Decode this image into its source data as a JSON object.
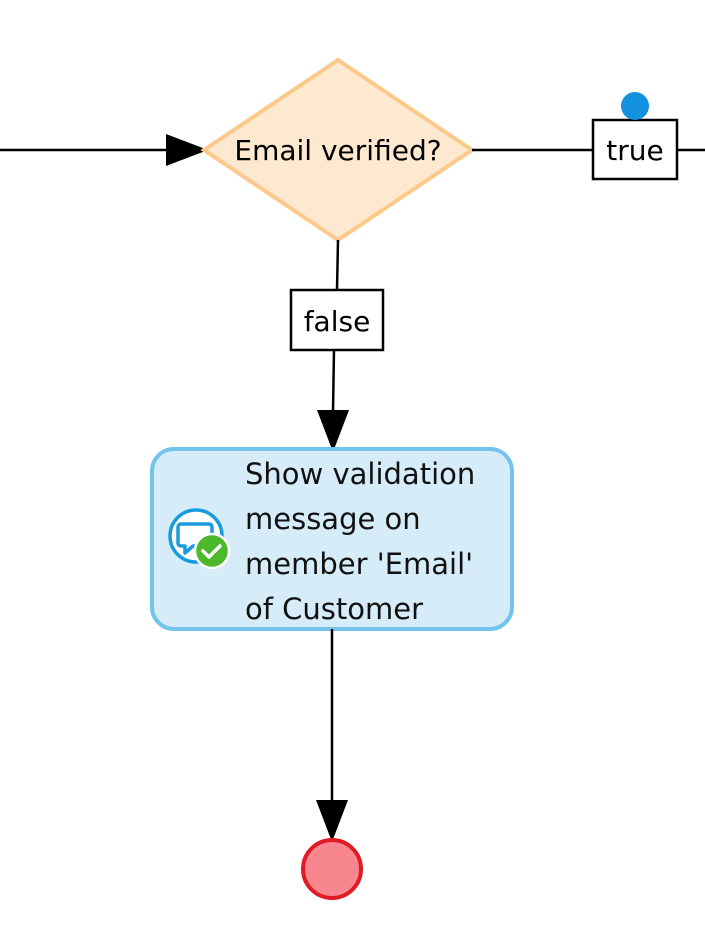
{
  "decision": {
    "label": "Email verified?"
  },
  "edges": {
    "true_label": "true",
    "false_label": "false"
  },
  "action": {
    "lines": [
      "Show validation",
      "message on",
      "member 'Email'",
      "of Customer"
    ],
    "icon": "validation-message-icon"
  },
  "end_event": {
    "icon": "end-event-circle"
  },
  "colors": {
    "decision_fill": "#fde8d0",
    "decision_stroke": "#fcc98a",
    "action_fill": "#d6ecf8",
    "action_stroke": "#72c4ec",
    "end_fill": "#f7868f",
    "end_stroke": "#e01b24",
    "connector_dot": "#1490e0",
    "line": "#000000"
  }
}
